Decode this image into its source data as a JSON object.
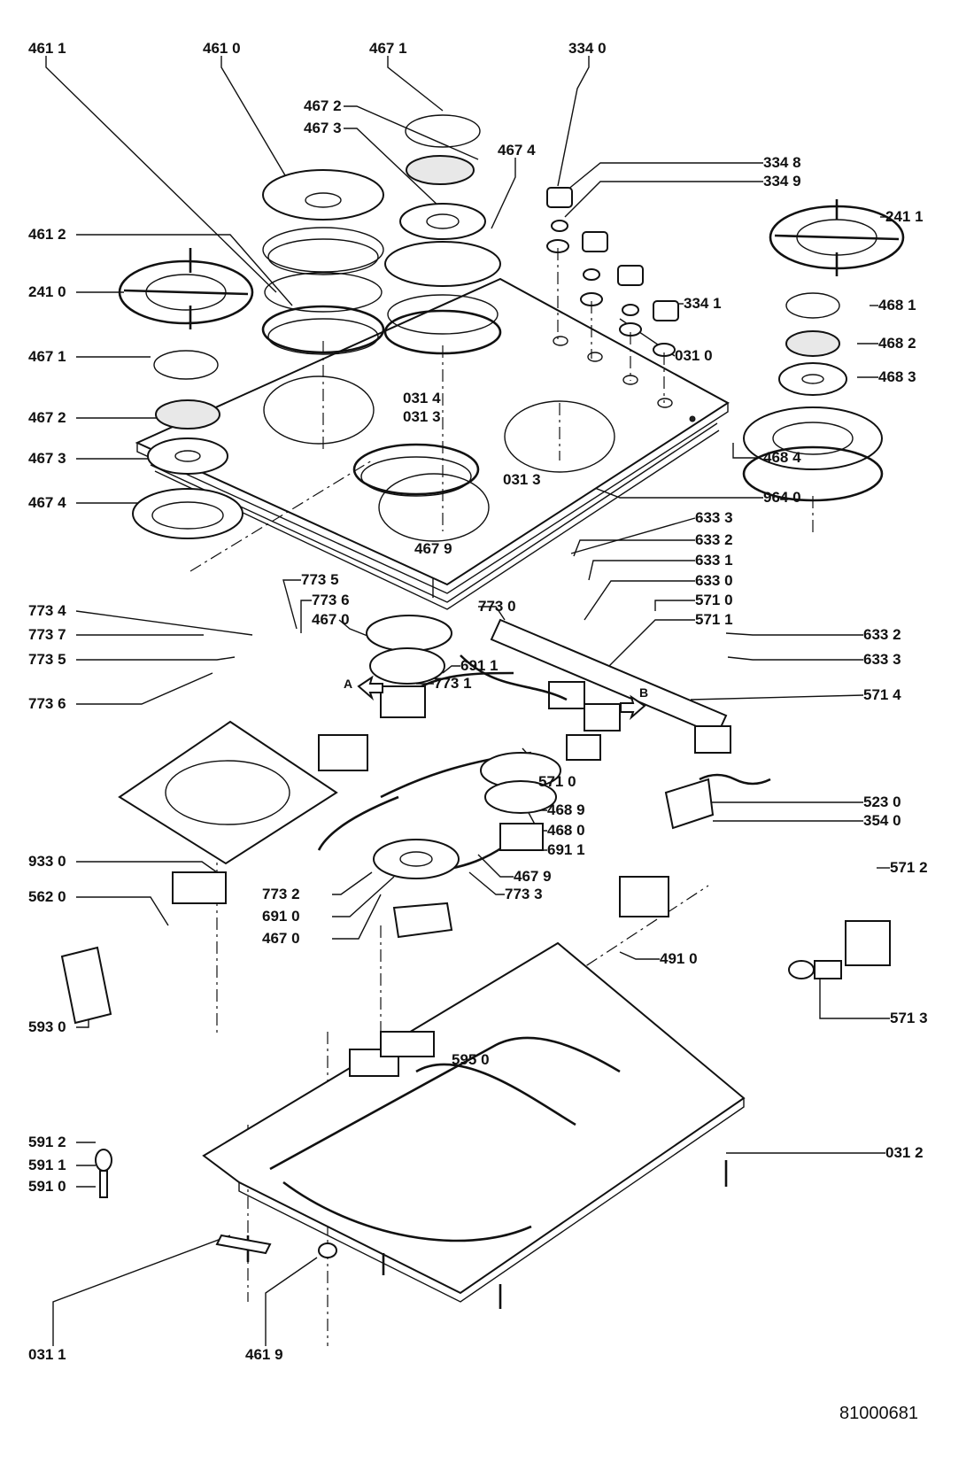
{
  "diagram": {
    "drawing_number": "81000681",
    "labels": {
      "l_461_1": "461 1",
      "l_461_0": "461 0",
      "l_467_1_top": "467 1",
      "l_334_0": "334 0",
      "l_467_2_mid": "467 2",
      "l_467_3_mid": "467 3",
      "l_467_4_mid": "467 4",
      "l_334_8": "334 8",
      "l_334_9": "334 9",
      "l_241_1": "241 1",
      "l_461_2": "461 2",
      "l_241_0": "241 0",
      "l_334_1": "334 1",
      "l_468_1": "468 1",
      "l_468_2": "468 2",
      "l_468_3": "468 3",
      "l_467_1_left": "467 1",
      "l_031_0": "031 0",
      "l_031_4": "031 4",
      "l_031_3_a": "031 3",
      "l_467_2_left": "467 2",
      "l_467_3_left": "467 3",
      "l_031_3_b": "031 3",
      "l_468_4": "468 4",
      "l_467_4_left": "467 4",
      "l_964_0": "964 0",
      "l_633_3_top": "633 3",
      "l_467_9_top": "467 9",
      "l_633_2_top": "633 2",
      "l_633_1": "633 1",
      "l_773_5_a": "773 5",
      "l_633_0": "633 0",
      "l_773_6_a": "773 6",
      "l_773_0": "773 0",
      "l_571_0_top": "571 0",
      "l_773_4": "773 4",
      "l_467_0_top": "467 0",
      "l_571_1": "571 1",
      "l_773_7": "773 7",
      "l_633_2_right": "633 2",
      "l_773_5_b": "773 5",
      "l_691_1_top": "691 1",
      "l_633_3_right": "633 3",
      "l_773_1": "773 1",
      "l_773_6_b": "773 6",
      "l_571_4": "571 4",
      "l_571_0_mid": "571 0",
      "l_523_0": "523 0",
      "l_468_9": "468 9",
      "l_354_0": "354 0",
      "l_468_0": "468 0",
      "l_691_1_bot": "691 1",
      "l_933_0": "933 0",
      "l_571_2": "571 2",
      "l_467_9_bot": "467 9",
      "l_773_2": "773 2",
      "l_562_0": "562 0",
      "l_773_3": "773 3",
      "l_691_0": "691 0",
      "l_467_0_bot": "467 0",
      "l_491_0": "491 0",
      "l_593_0": "593 0",
      "l_571_3": "571 3",
      "l_595_0": "595 0",
      "l_591_2": "591 2",
      "l_031_2": "031 2",
      "l_591_1": "591 1",
      "l_591_0": "591 0",
      "l_031_1": "031 1",
      "l_461_9": "461 9",
      "marker_a": "A",
      "marker_b": "B"
    }
  }
}
